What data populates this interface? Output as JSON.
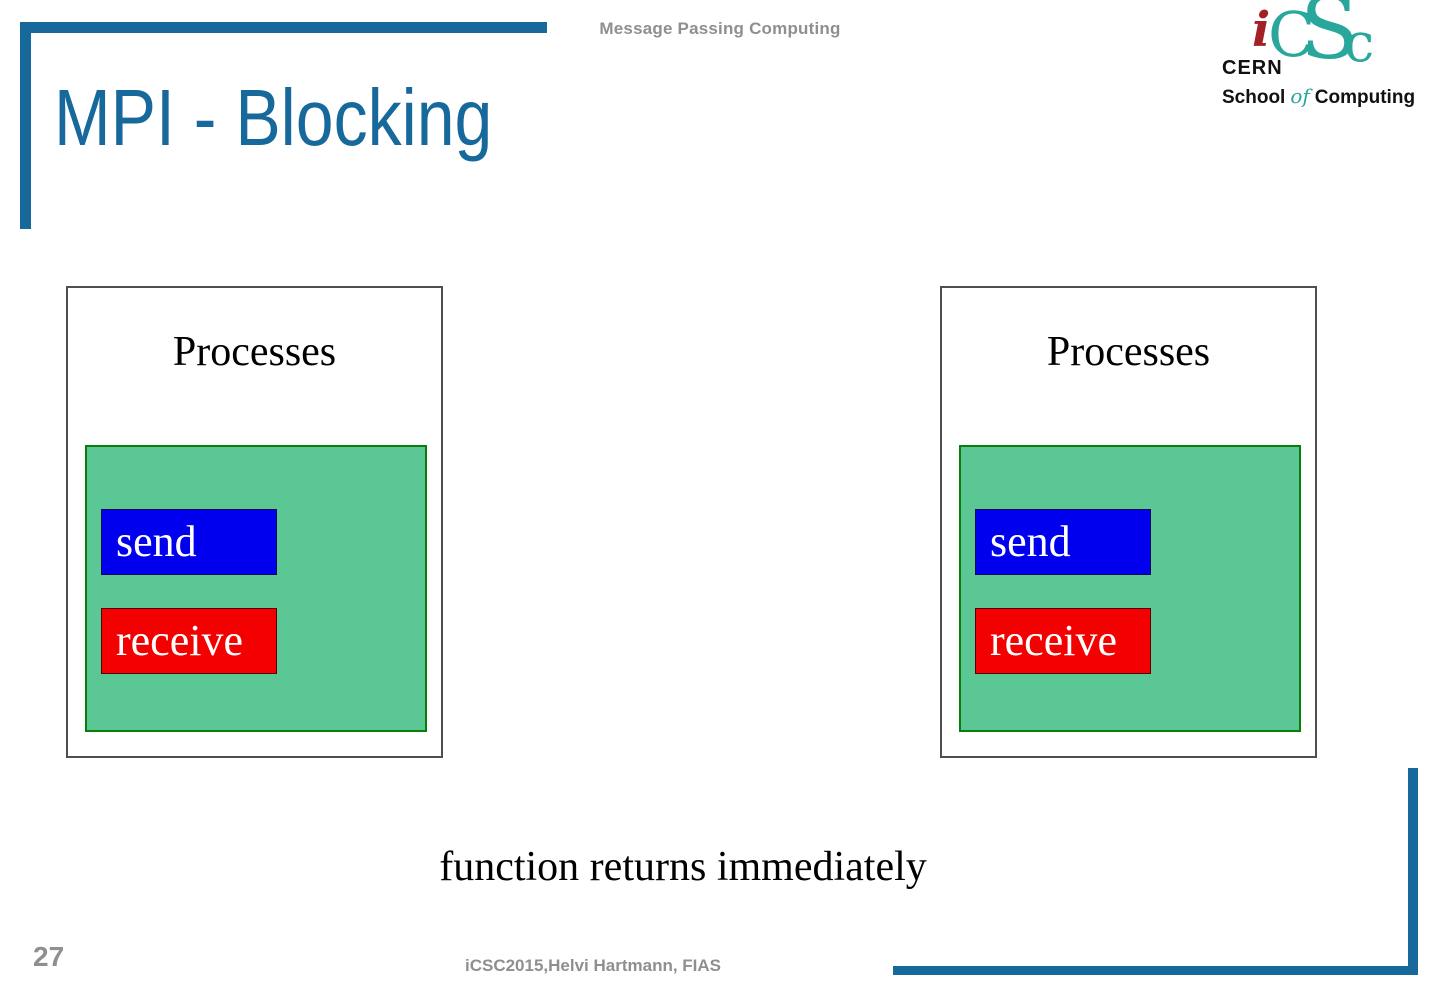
{
  "slide": {
    "header": "Message Passing Computing",
    "title": "MPI - Blocking",
    "caption": "function returns immediately",
    "page_number": "27",
    "footer": "iCSC2015,Helvi Hartmann, FIAS"
  },
  "logo": {
    "i": "i",
    "c1": "C",
    "s": "S",
    "c2": "c",
    "org": "CERN",
    "school_pre": "School",
    "school_of": "of",
    "school_post": "Computing"
  },
  "diagram": {
    "left_box": {
      "title": "Processes",
      "send_label": "send",
      "receive_label": "receive"
    },
    "right_box": {
      "title": "Processes",
      "send_label": "send",
      "receive_label": "receive"
    }
  },
  "colors": {
    "accent_blue": "#17699c",
    "gray_text": "#8f8f8f",
    "green_fill": "#5bc795",
    "green_border": "#0a7e0a",
    "send_blue": "#0000ee",
    "receive_red": "#f30000",
    "teal": "#2aa79c",
    "logo_red": "#a32125"
  }
}
